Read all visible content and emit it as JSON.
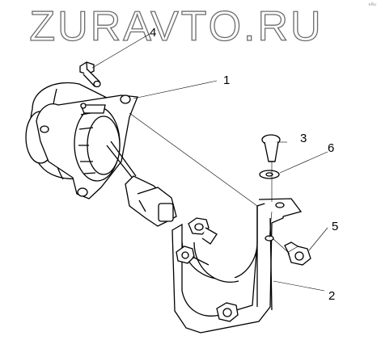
{
  "watermark": {
    "text": "ZURAVTO.RU"
  },
  "corner_mark": "eRu",
  "callouts": [
    {
      "id": "1",
      "label": "1"
    },
    {
      "id": "2",
      "label": "2"
    },
    {
      "id": "3",
      "label": "3"
    },
    {
      "id": "4",
      "label": "4"
    },
    {
      "id": "5",
      "label": "5"
    },
    {
      "id": "6",
      "label": "6"
    }
  ],
  "colors": {
    "line": "#000000",
    "watermark_stroke": "#6d6d6d",
    "fill": "#ffffff"
  }
}
